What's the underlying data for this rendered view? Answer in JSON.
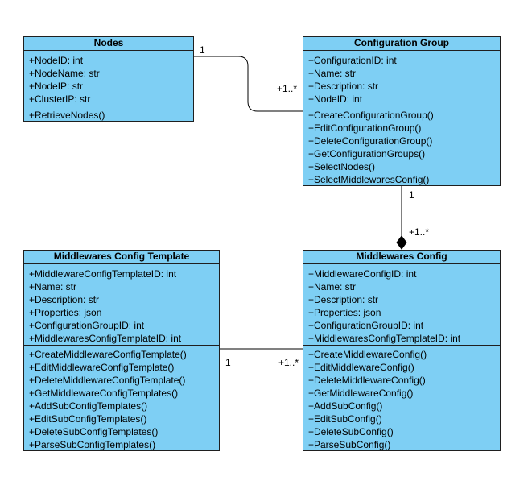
{
  "classes": {
    "nodes": {
      "title": "Nodes",
      "attributes": [
        "+NodeID: int",
        "+NodeName: str",
        "+NodeIP: str",
        "+ClusterIP: str"
      ],
      "methods": [
        "+RetrieveNodes()"
      ]
    },
    "config_group": {
      "title": "Configuration Group",
      "attributes": [
        "+ConfigurationID: int",
        "+Name: str",
        "+Description: str",
        "+NodeID: int"
      ],
      "methods": [
        "+CreateConfigurationGroup()",
        "+EditConfigurationGroup()",
        "+DeleteConfigurationGroup()",
        "+GetConfigurationGroups()",
        "+SelectNodes()",
        "+SelectMiddlewaresConfig()"
      ]
    },
    "mw_template": {
      "title": "Middlewares Config Template",
      "attributes": [
        "+MiddlewareConfigTemplateID: int",
        "+Name: str",
        "+Description: str",
        "+Properties: json",
        "+ConfigurationGroupID: int",
        "+MiddlewaresConfigTemplateID: int"
      ],
      "methods": [
        "+CreateMiddlewareConfigTemplate()",
        "+EditMiddlewareConfigTemplate()",
        "+DeleteMiddlewareConfigTemplate()",
        "+GetMiddlewareConfigTemplates()",
        "+AddSubConfigTemplates()",
        "+EditSubConfigTemplates()",
        "+DeleteSubConfigTemplates()",
        "+ParseSubConfigTemplates()"
      ]
    },
    "mw_config": {
      "title": "Middlewares Config",
      "attributes": [
        "+MiddlewareConfigID: int",
        "+Name: str",
        "+Description: str",
        "+Properties: json",
        "+ConfigurationGroupID: int",
        "+MiddlewaresConfigTemplateID: int"
      ],
      "methods": [
        "+CreateMiddlewareConfig()",
        "+EditMiddlewareConfig()",
        "+DeleteMiddlewareConfig()",
        "+GetMiddlewareConfig()",
        "+AddSubConfig()",
        "+EditSubConfig()",
        "+DeleteSubConfig()",
        "+ParseSubConfig()"
      ]
    }
  },
  "associations": {
    "nodes_group": {
      "source_mult": "1",
      "target_mult": "+1..*"
    },
    "group_config": {
      "source_mult": "1",
      "target_mult": "+1..*",
      "type": "composition"
    },
    "template_config": {
      "source_mult": "1",
      "target_mult": "+1..*"
    }
  }
}
